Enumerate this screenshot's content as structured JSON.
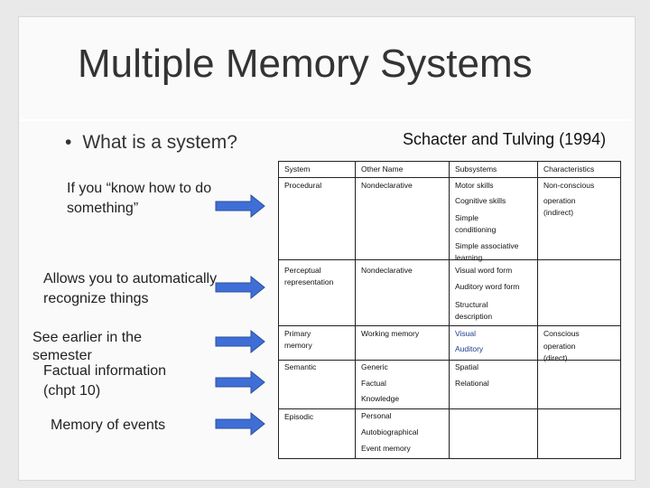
{
  "slide": {
    "title": "Multiple Memory Systems",
    "bullet": "What is a system?",
    "reference": "Schacter and Tulving (1994)",
    "notes": [
      {
        "line1": "If you “know how to do",
        "line2": "something”"
      },
      {
        "line1": "Allows you to automatically",
        "line2": "recognize things"
      },
      {
        "line1": "See earlier in the",
        "line2": "semester"
      },
      {
        "line1": "Factual information",
        "line2": "(chpt 10)"
      },
      {
        "line1": "Memory of events",
        "line2": ""
      }
    ]
  },
  "table": {
    "headers": [
      "System",
      "Other Name",
      "Subsystems",
      "Characteristics"
    ],
    "procedural": {
      "system": "Procedural",
      "other": "Nondeclarative",
      "subsystems": [
        "Motor skills",
        "Cognitive skills",
        "Simple",
        "conditioning",
        "Simple associative",
        "learning"
      ],
      "characteristics": [
        "Non-conscious",
        "operation",
        "(indirect)"
      ]
    },
    "perceptual": {
      "system": [
        "Perceptual",
        "representation"
      ],
      "other": "Nondeclarative",
      "subsystems": [
        "Visual word form",
        "Auditory word form",
        "Structural",
        "description"
      ]
    },
    "primary": {
      "system": [
        "Primary",
        "memory"
      ],
      "other": "Working memory",
      "subsystems": [
        "Visual",
        "Auditory"
      ],
      "characteristics": [
        "Conscious",
        "operation",
        "(direct)"
      ]
    },
    "semantic": {
      "system": "Semantic",
      "other": [
        "Generic",
        "Factual",
        "Knowledge"
      ],
      "subsystems": [
        "Spatial",
        "Relational"
      ]
    },
    "episodic": {
      "system": "Episodic",
      "other": [
        "Personal",
        "Autobiographical",
        "Event memory"
      ]
    }
  },
  "colors": {
    "arrow": "#3f6fd6",
    "arrow_edge": "#2a4f9f",
    "accent_text": "#1f3e8f"
  }
}
